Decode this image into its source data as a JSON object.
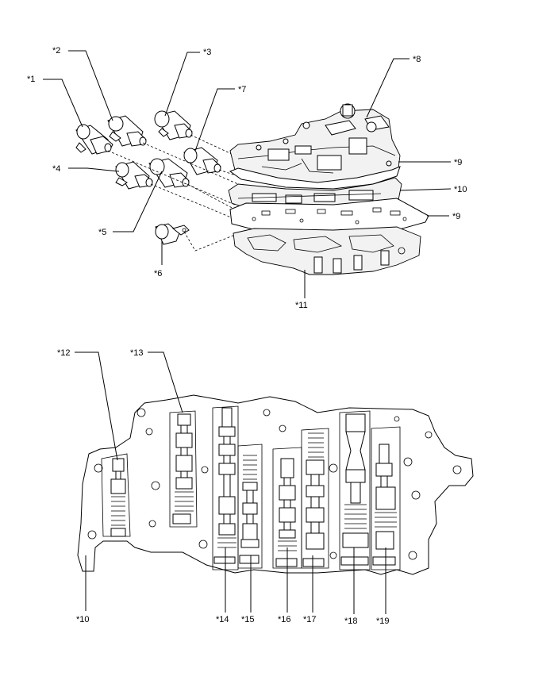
{
  "callouts": {
    "c1": "*1",
    "c2": "*2",
    "c3": "*3",
    "c4": "*4",
    "c5": "*5",
    "c6": "*6",
    "c7": "*7",
    "c8": "*8",
    "c9a": "*9",
    "c10a": "*10",
    "c9b": "*9",
    "c11": "*11",
    "c12": "*12",
    "c13": "*13",
    "c10b": "*10",
    "c14": "*14",
    "c15": "*15",
    "c16": "*16",
    "c17": "*17",
    "c18": "*18",
    "c19": "*19"
  }
}
